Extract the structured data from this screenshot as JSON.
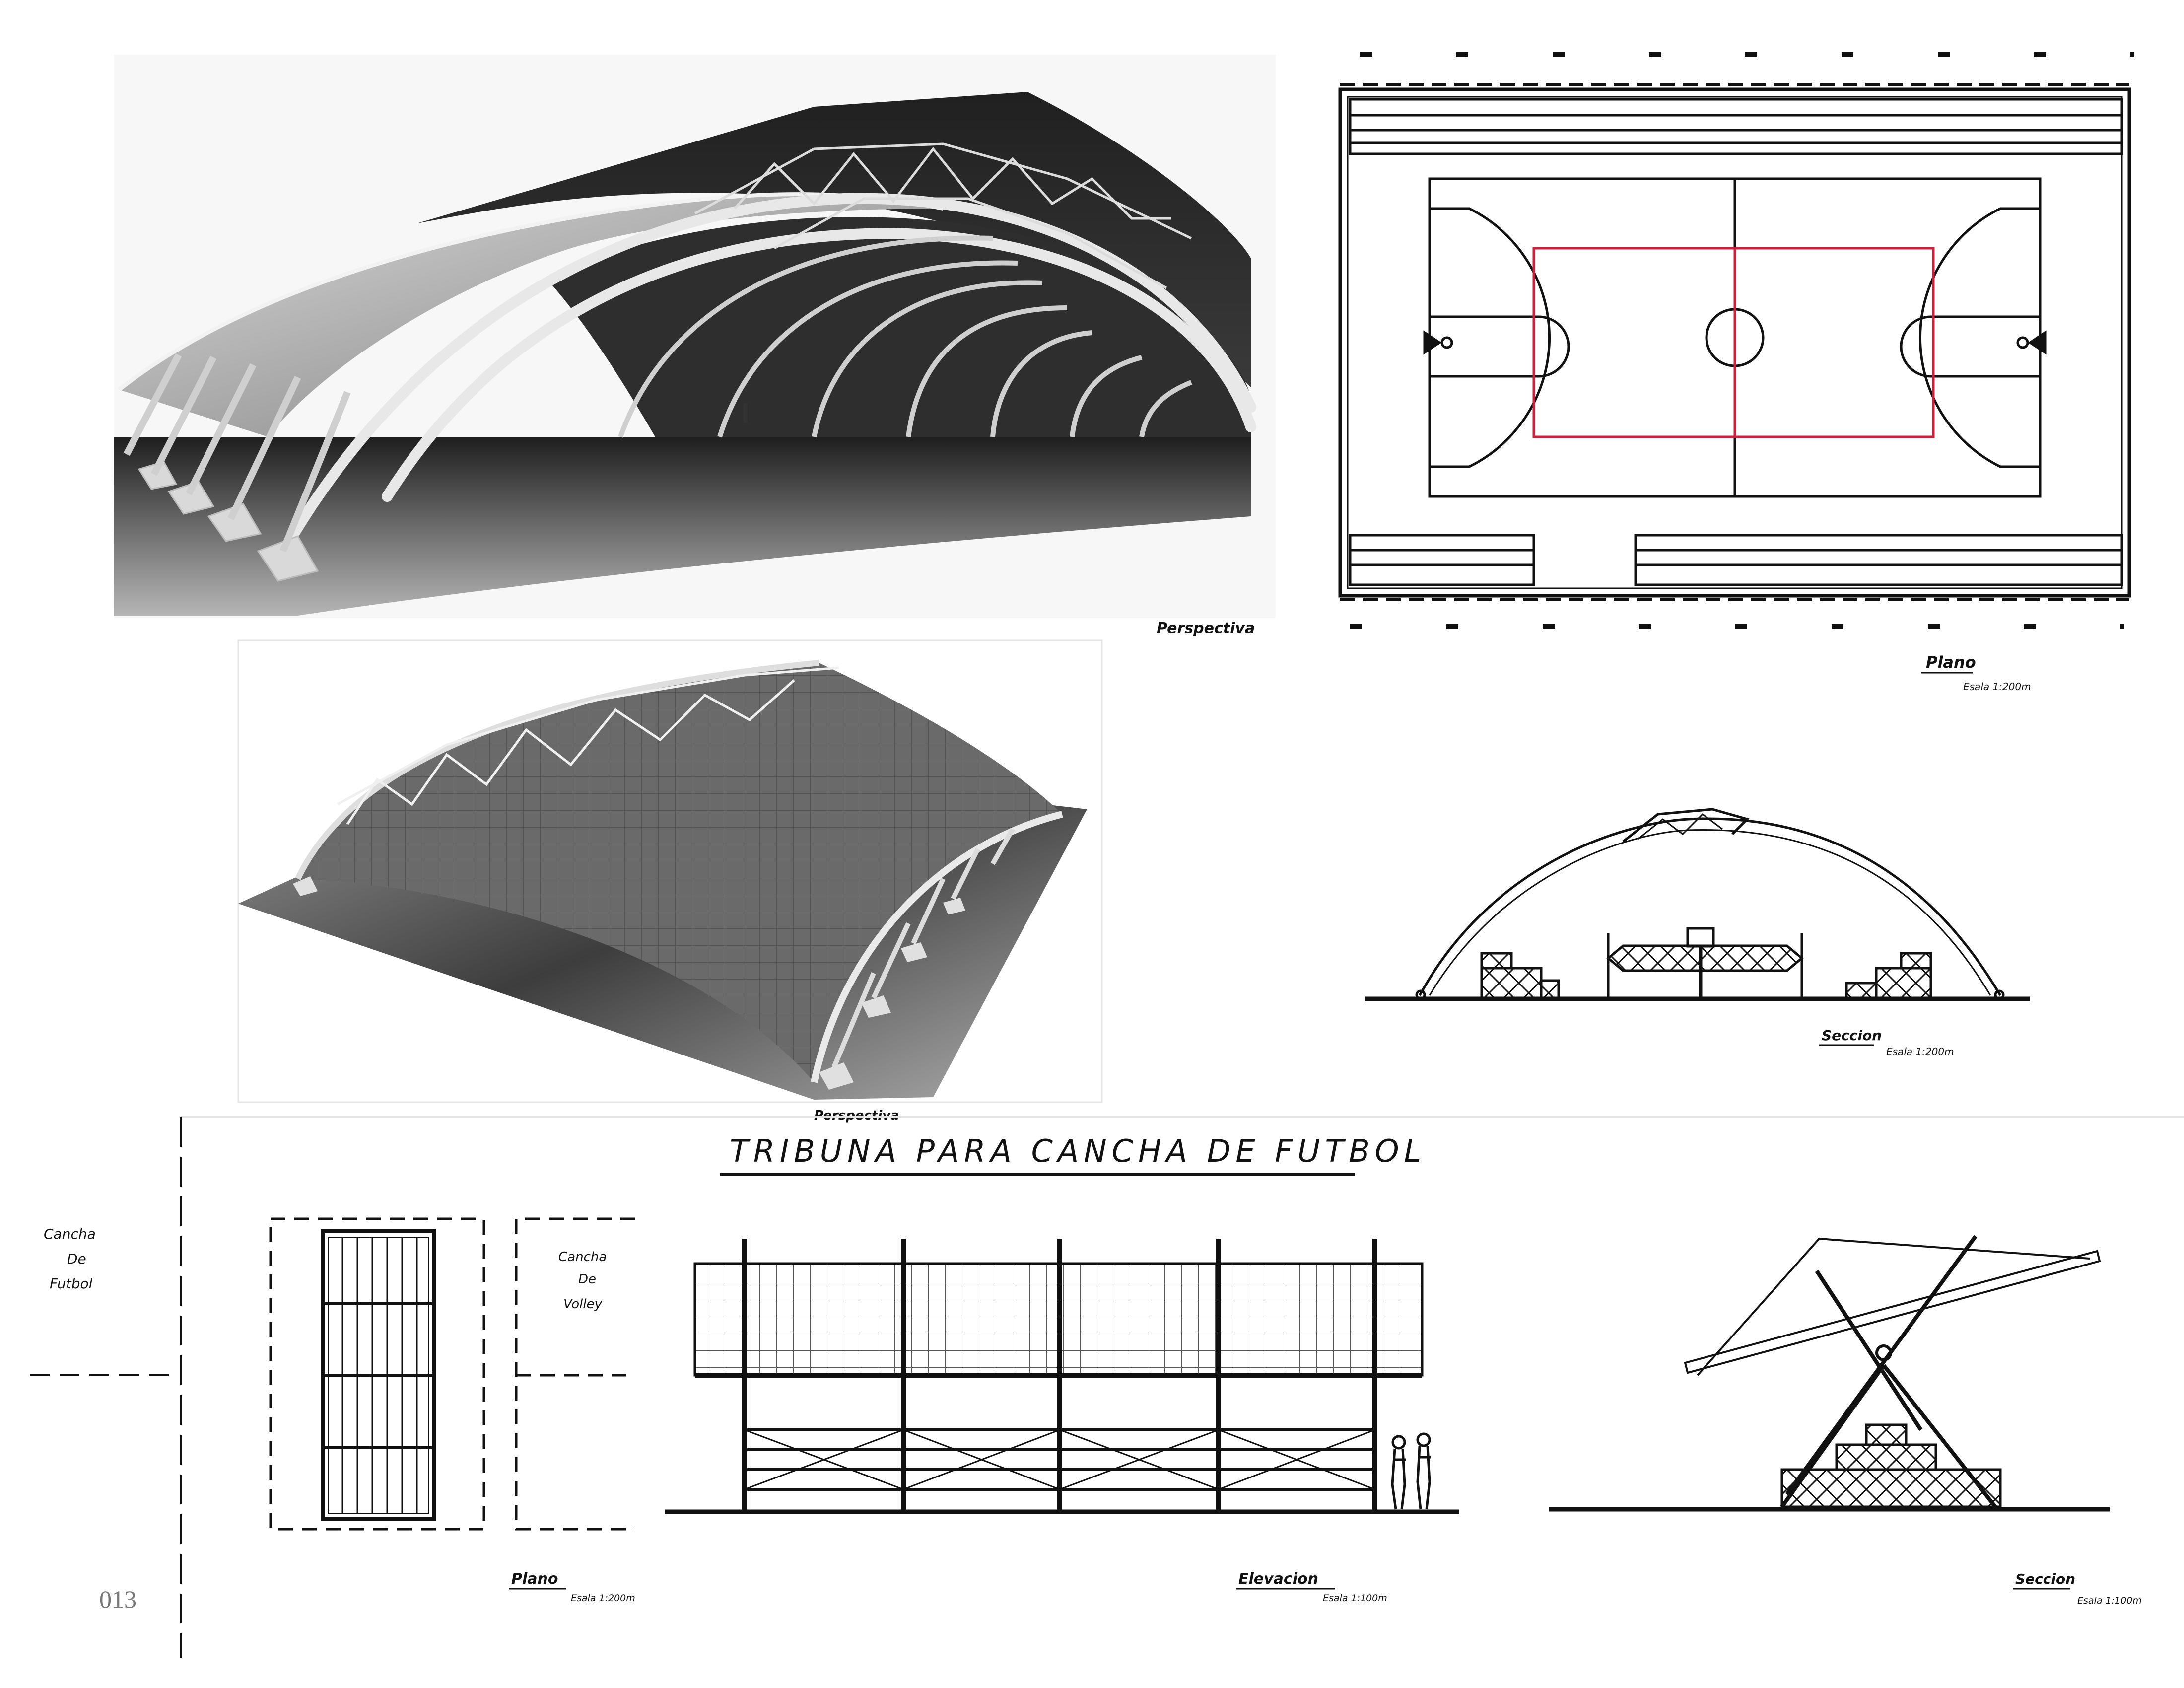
{
  "sheet": {
    "page_number": "013",
    "perspective_1_label": "Perspectiva",
    "perspective_2_label": "Perspectiva",
    "plan_court": {
      "label": "Plano",
      "scale": "Esala 1:200m"
    },
    "section_court": {
      "label": "Seccion",
      "scale": "Esala 1:200m"
    },
    "tribune": {
      "title": "Tribuna para cancha de futbol",
      "label_left_line1": "Cancha",
      "label_left_line2": "De",
      "label_left_line3": "Futbol",
      "label_right_line1": "Cancha",
      "label_right_line2": "De",
      "label_right_line3": "Volley",
      "plan": {
        "label": "Plano",
        "scale": "Esala 1:200m"
      },
      "elevation": {
        "label": "Elevacion",
        "scale": "Esala 1:100m"
      },
      "section": {
        "label": "Seccion",
        "scale": "Esala 1:100m"
      }
    }
  },
  "colors": {
    "court_lines": "#cc1f3b",
    "ink": "#111111",
    "render_dark": "#232323"
  }
}
